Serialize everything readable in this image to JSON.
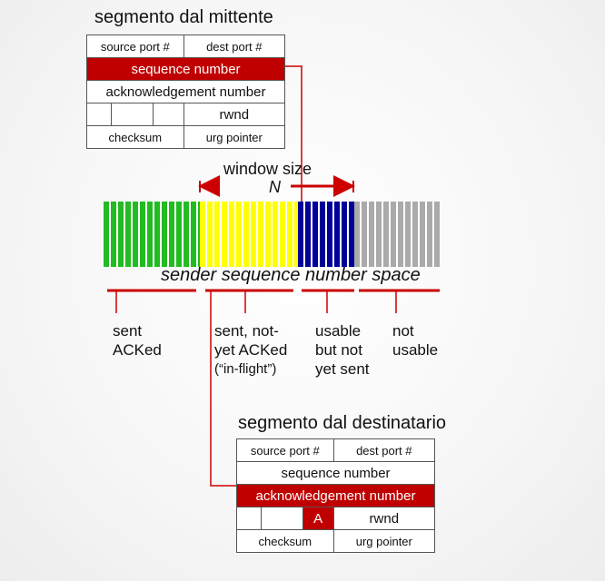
{
  "sender_segment": {
    "title": "segmento dal mittente",
    "source_port": "source port #",
    "dest_port": "dest port #",
    "sequence_number": "sequence number",
    "acknowledgement_number": "acknowledgement number",
    "rwnd": "rwnd",
    "checksum": "checksum",
    "urg_pointer": "urg pointer"
  },
  "receiver_segment": {
    "title": "segmento dal destinatario",
    "source_port": "source port #",
    "dest_port": "dest port #",
    "sequence_number": "sequence number",
    "acknowledgement_number": "acknowledgement number",
    "ack_flag": "A",
    "rwnd": "rwnd",
    "checksum": "checksum",
    "urg_pointer": "urg pointer"
  },
  "window": {
    "label": "window size",
    "symbol": "N"
  },
  "sequence_space": {
    "label": "sender sequence number space",
    "label_words": [
      "sender",
      "sequence",
      "number",
      "space"
    ],
    "regions": [
      {
        "lines": [
          "sent",
          "ACKed"
        ],
        "color": "#22bb22"
      },
      {
        "lines": [
          "sent, not-",
          "yet ACKed",
          "(“in-flight”)"
        ],
        "color": "#ffff00"
      },
      {
        "lines": [
          "usable",
          "but not",
          "yet sent"
        ],
        "color": "#000099"
      },
      {
        "lines": [
          "not",
          "usable"
        ],
        "color": "#aaaaaa"
      }
    ]
  },
  "colors": {
    "highlight": "#c00000",
    "arrow": "#cc0000"
  }
}
